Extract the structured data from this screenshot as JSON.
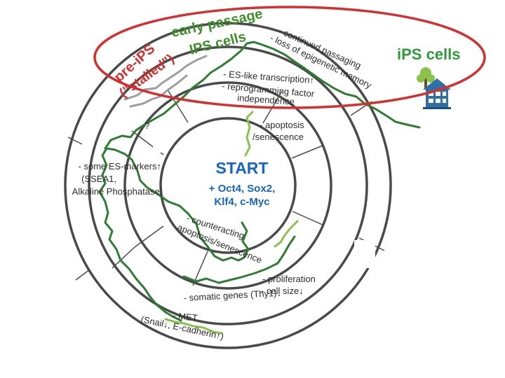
{
  "center": {
    "title": "START",
    "factors_line1": "+ Oct4, Sox2,",
    "factors_line2": "Klf4, c-Myc"
  },
  "ring_labels": {
    "apoptosis": [
      "- apoptosis",
      "/senescence"
    ],
    "counteracting": [
      "- counteracting",
      "apoptosis/senescence"
    ],
    "es_markers": [
      "- some ES-markers↑",
      "(SSEA1,",
      "Alkaline Phosphatase)"
    ],
    "es_transcription": [
      "- ES-like transcription↑",
      "- reprogramming factor",
      "independence"
    ],
    "proliferation": "- proliferation",
    "cell_size": "- cell size↓",
    "somatic_genes": "- somatic genes (Thy1)↓",
    "met": [
      "- MET",
      "(Snail↓, E-cadherin↑)"
    ],
    "continued_passaging": [
      "- continued passaging",
      "- loss of epigenetic memory"
    ]
  },
  "outer_labels": {
    "early_passage": [
      "early passage",
      "IPS cells"
    ],
    "pre_ips": [
      "pre-iPS",
      "(\"stalled\")"
    ],
    "ips_cells": "iPS cells",
    "question": "?"
  },
  "colors": {
    "ring": "#4a4a4a",
    "path_dark": "#2e7d32",
    "path_light": "#8bc34a",
    "stalled_path": "#9e9e9e",
    "center_text": "#1565c0",
    "annotation_red": "#d32f2f",
    "ips_green": "#2e9a3a",
    "early_green": "#3f8f2c",
    "house": "#2f6fa6"
  },
  "icons": [
    "house-icon",
    "tree-icon"
  ]
}
